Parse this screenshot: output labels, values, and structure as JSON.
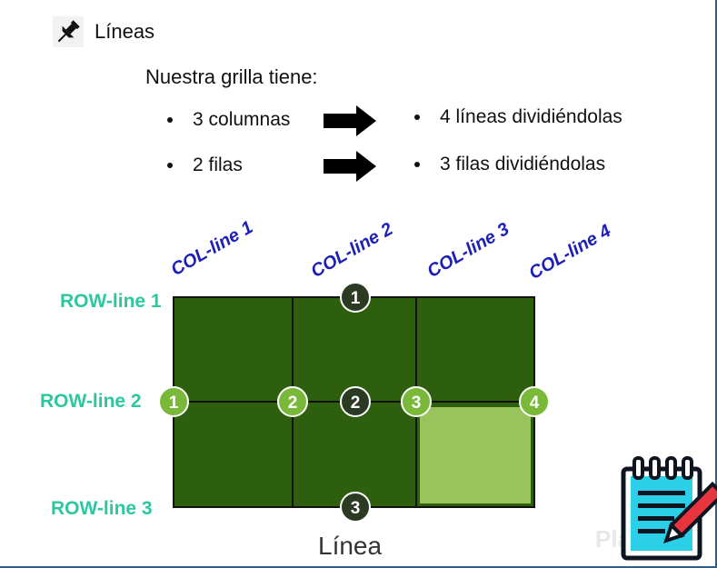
{
  "header": {
    "title": "Líneas"
  },
  "intro": "Nuestra grilla tiene:",
  "bullets": [
    {
      "left": "3 columnas",
      "right": "4 líneas dividiéndolas"
    },
    {
      "left": "2 filas",
      "right": "3 filas dividiéndolas"
    }
  ],
  "col_lines": [
    "COL-line 1",
    "COL-line 2",
    "COL-line 3",
    "COL-line 4"
  ],
  "row_lines": [
    "ROW-line 1",
    "ROW-line 2",
    "ROW-line 3"
  ],
  "markers": {
    "top": "1",
    "row_middle": [
      "1",
      "2",
      "2",
      "3",
      "4"
    ],
    "bottom": "3"
  },
  "caption": "Línea",
  "watermark": "Platzi",
  "colors": {
    "cell_dark": "#2e5f0f",
    "cell_highlight": "#98c45c",
    "line": "#111111",
    "marker_dark": "#2b3a22",
    "marker_light": "#7ab83a",
    "col_label": "#1c1fb8",
    "row_label": "#2cc7a0"
  },
  "icons": [
    "pushpin-icon",
    "arrow-right-icon",
    "notebook-pencil-icon"
  ]
}
